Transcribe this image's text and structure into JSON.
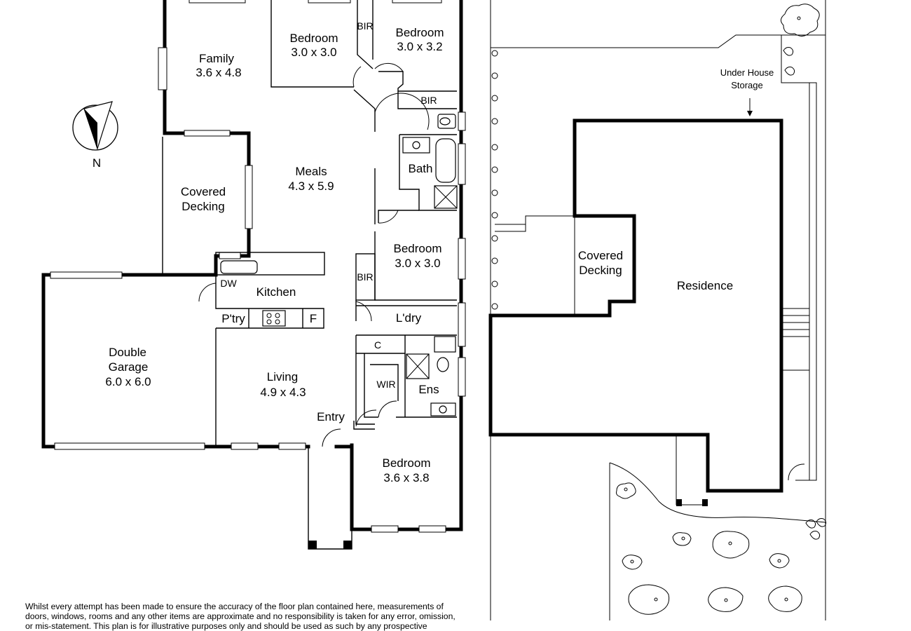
{
  "rooms": {
    "bedroom_nw": {
      "name": "Bedroom",
      "size": "3.0 x 3.0"
    },
    "bir_top": "BIR",
    "bedroom_ne": {
      "name": "Bedroom",
      "size": "3.0 x 3.2"
    },
    "family": {
      "name": "Family",
      "size": "3.6 x 4.8"
    },
    "bir_mid": "BIR",
    "meals": {
      "name": "Meals",
      "size": "4.3 x 5.9"
    },
    "bath": "Bath",
    "covered_decking": {
      "line1": "Covered",
      "line2": "Decking"
    },
    "bedroom_mid": {
      "name": "Bedroom",
      "size": "3.0 x 3.0"
    },
    "bir_left": "BIR",
    "dw": "DW",
    "kitchen": "Kitchen",
    "pantry": "P'try",
    "fridge": "F",
    "laundry": "L'dry",
    "cupboard": "C",
    "double_garage": {
      "line1": "Double",
      "line2": "Garage",
      "size": "6.0 x 6.0"
    },
    "living": {
      "name": "Living",
      "size": "4.9 x 4.3"
    },
    "wir": "WIR",
    "ensuite": "Ens",
    "entry": "Entry",
    "bedroom_se": {
      "name": "Bedroom",
      "size": "3.6 x 3.8"
    }
  },
  "compass": {
    "label": "N"
  },
  "site": {
    "storage_line1": "Under House",
    "storage_line2": "Storage",
    "covered_decking": {
      "line1": "Covered",
      "line2": "Decking"
    },
    "residence": "Residence"
  },
  "disclaimer": "Whilst every attempt has been made to ensure the accuracy of the floor plan contained here, measurements of doors, windows, rooms and any other items are approximate and no responsibility is taken for any error, omission, or mis-statement. This plan is for illustrative purposes only and should be used as such by any prospective purchaser."
}
